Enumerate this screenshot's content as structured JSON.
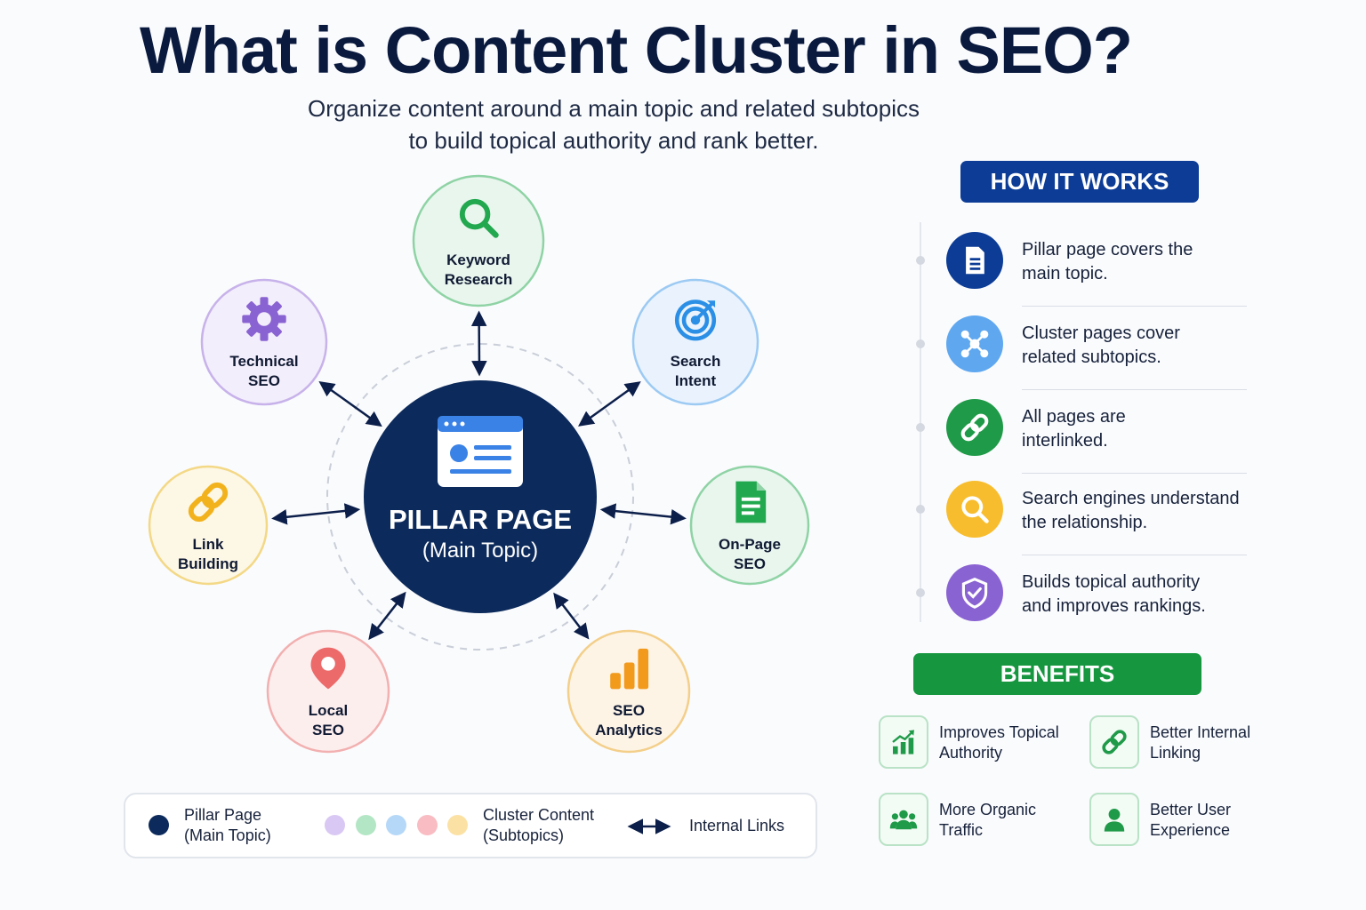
{
  "header": {
    "title": "What is Content Cluster in SEO?",
    "subtitle_line1": "Organize content around a main topic and related subtopics",
    "subtitle_line2": "to build topical authority and rank better."
  },
  "pillar": {
    "title": "PILLAR PAGE",
    "subtitle": "(Main Topic)",
    "color": "#0c2a5b",
    "icon": "webpage-icon"
  },
  "clusters": [
    {
      "line1": "Keyword",
      "line2": "Research",
      "icon": "magnifier-icon",
      "color": "#22a84e",
      "fill": "#e9f6ee",
      "border": "#8fd3a5"
    },
    {
      "line1": "Search",
      "line2": "Intent",
      "icon": "target-icon",
      "color": "#2b8fe6",
      "fill": "#eaf3fd",
      "border": "#9ccaf3"
    },
    {
      "line1": "On-Page",
      "line2": "SEO",
      "icon": "document-icon",
      "color": "#22a84e",
      "fill": "#e9f6ee",
      "border": "#8fd3a5"
    },
    {
      "line1": "SEO",
      "line2": "Analytics",
      "icon": "bar-chart-icon",
      "color": "#f29a1c",
      "fill": "#fdf4e6",
      "border": "#f3cf8a"
    },
    {
      "line1": "Local",
      "line2": "SEO",
      "icon": "location-pin-icon",
      "color": "#ec6a6a",
      "fill": "#fdeeee",
      "border": "#f2b0b0"
    },
    {
      "line1": "Link",
      "line2": "Building",
      "icon": "link-icon",
      "color": "#f2b21c",
      "fill": "#fdf7e6",
      "border": "#f3d886"
    },
    {
      "line1": "Technical",
      "line2": "SEO",
      "icon": "gear-icon",
      "color": "#8a63d2",
      "fill": "#f3eefb",
      "border": "#c7b2ea"
    }
  ],
  "how_it_works": {
    "heading": "HOW IT WORKS",
    "items": [
      {
        "line1": "Pillar page covers the",
        "line2": "main topic.",
        "icon": "document-icon",
        "color": "#0c3c96"
      },
      {
        "line1": "Cluster pages cover",
        "line2": "related subtopics.",
        "icon": "network-icon",
        "color": "#5fa8f0"
      },
      {
        "line1": "All pages are",
        "line2": "interlinked.",
        "icon": "link-icon",
        "color": "#1f9a48"
      },
      {
        "line1": "Search engines understand",
        "line2": "the relationship.",
        "icon": "magnifier-icon",
        "color": "#f7bd2e"
      },
      {
        "line1": "Builds topical authority",
        "line2": "and improves rankings.",
        "icon": "shield-check-icon",
        "color": "#8a63d2"
      }
    ]
  },
  "benefits": {
    "heading": "BENEFITS",
    "items": [
      {
        "line1": "Improves Topical",
        "line2": "Authority",
        "icon": "growth-chart-icon"
      },
      {
        "line1": "Better Internal",
        "line2": "Linking",
        "icon": "link-icon"
      },
      {
        "line1": "More Organic",
        "line2": "Traffic",
        "icon": "users-icon"
      },
      {
        "line1": "Better User",
        "line2": "Experience",
        "icon": "user-icon"
      }
    ]
  },
  "legend": {
    "pillar_line1": "Pillar Page",
    "pillar_line2": "(Main Topic)",
    "cluster_line1": "Cluster Content",
    "cluster_line2": "(Subtopics)",
    "links_label": "Internal Links",
    "cluster_colors": [
      "#d9c8f3",
      "#b3e6c4",
      "#b5d8f8",
      "#f8bcc2",
      "#fbe1a4"
    ]
  }
}
